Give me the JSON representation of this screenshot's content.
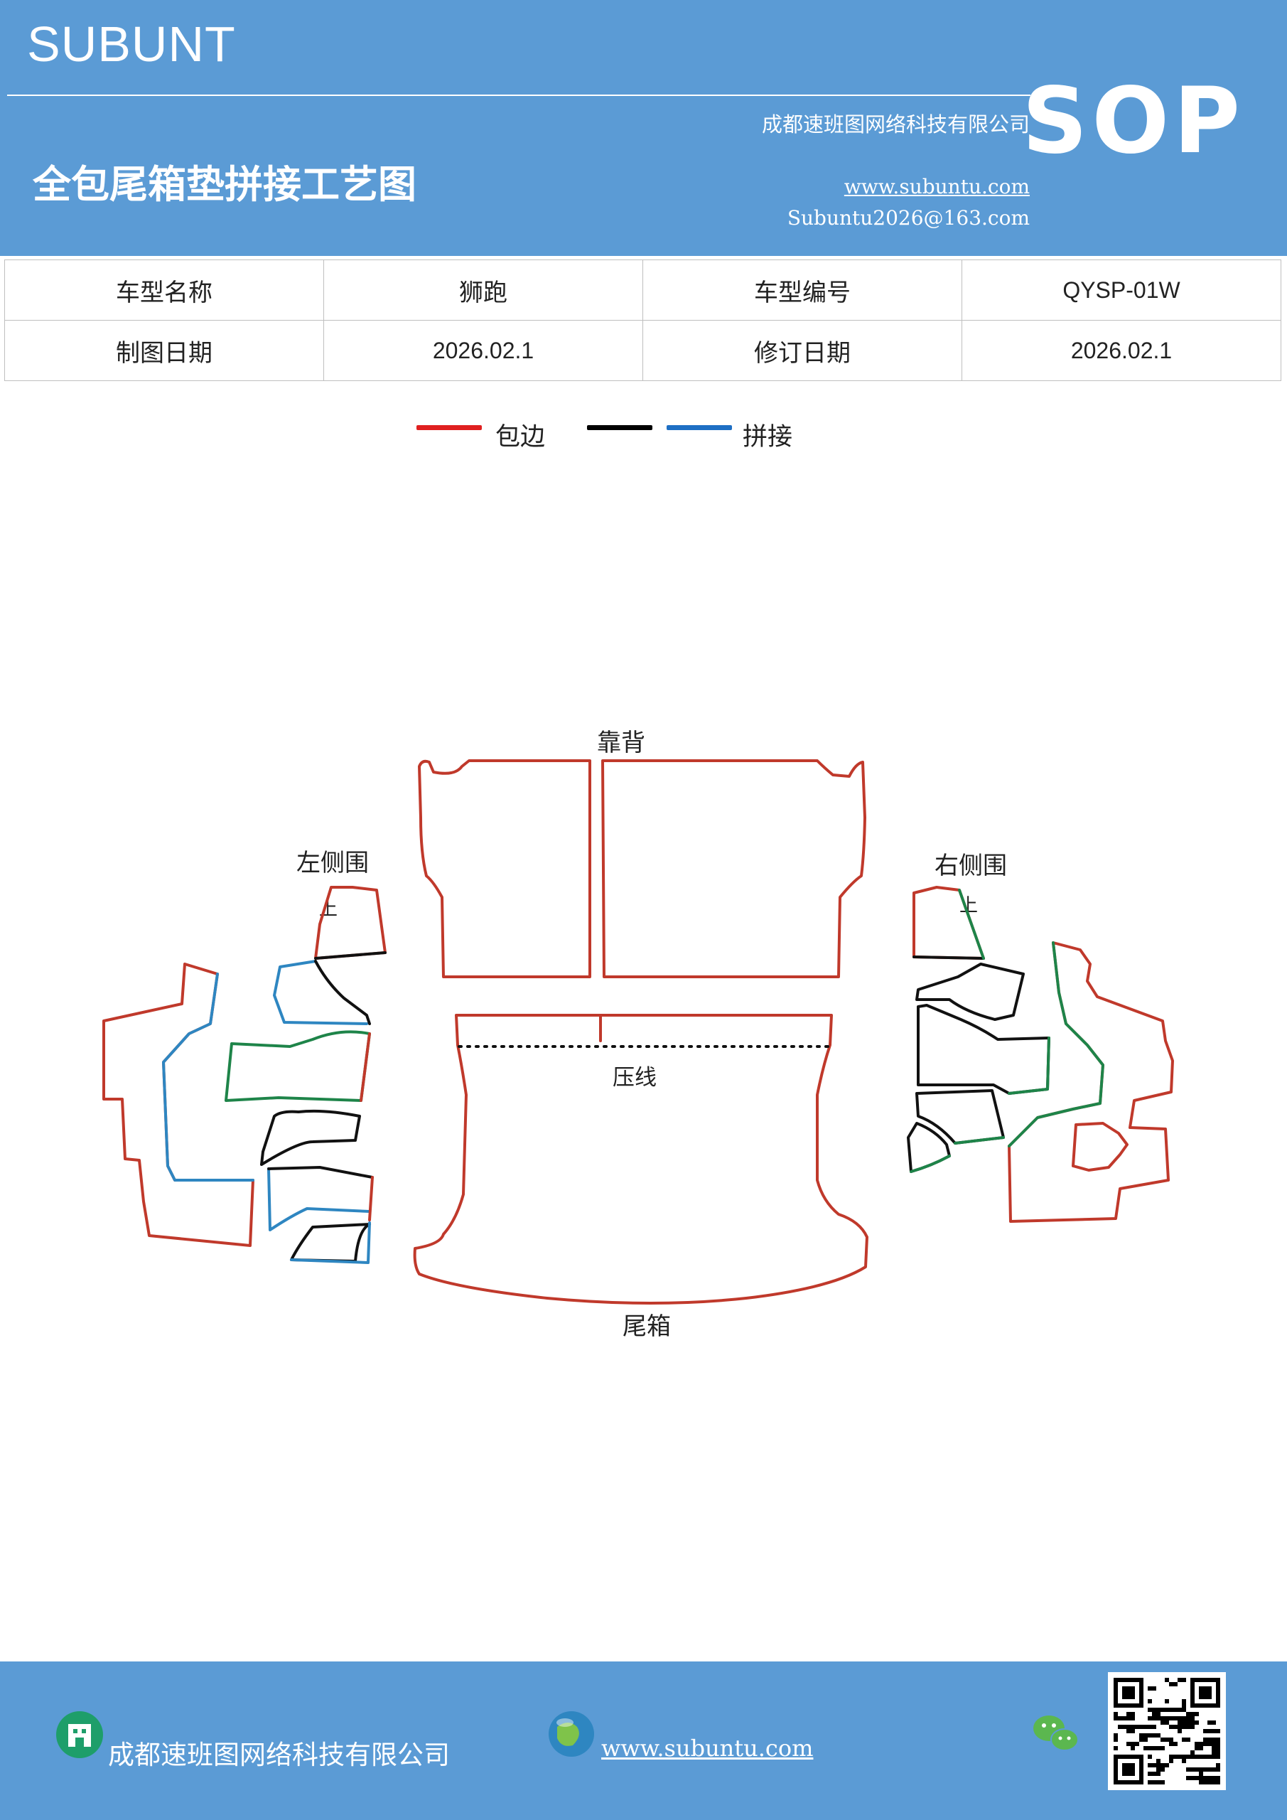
{
  "header": {
    "brand": "SUBUNT",
    "company": "成都速班图网络科技有限公司",
    "badge": "SOP",
    "title": "全包尾箱垫拼接工艺图",
    "website": "www.subuntu.com",
    "email": "Subuntu2026@163.com",
    "background_color": "#5b9bd5"
  },
  "info_table": {
    "rows": [
      [
        "车型名称",
        "狮跑",
        "车型编号",
        "QYSP-01W"
      ],
      [
        "制图日期",
        "2026.02.1",
        "修订日期",
        "2026.02.1"
      ]
    ]
  },
  "legend": {
    "items": [
      {
        "label": "包边",
        "color": "#e02020"
      },
      {
        "label": "",
        "color": "#000000"
      },
      {
        "label": "拼接",
        "color": "#1e6fc4"
      }
    ]
  },
  "diagram": {
    "labels": {
      "backrest": "靠背",
      "left_side": "左侧围",
      "right_side": "右侧围",
      "top_mark_left": "上",
      "top_mark_right": "上",
      "press_line": "压线",
      "trunk": "尾箱"
    },
    "colors": {
      "edge": "#c0392b",
      "seam_black": "#111111",
      "seam_blue": "#2e86c1",
      "seam_green": "#1e8449"
    }
  },
  "footer": {
    "company": "成都速班图网络科技有限公司",
    "website": "www.subuntu.com",
    "icons": [
      "building-icon",
      "globe-icon",
      "wechat-icon",
      "qr-code"
    ]
  }
}
